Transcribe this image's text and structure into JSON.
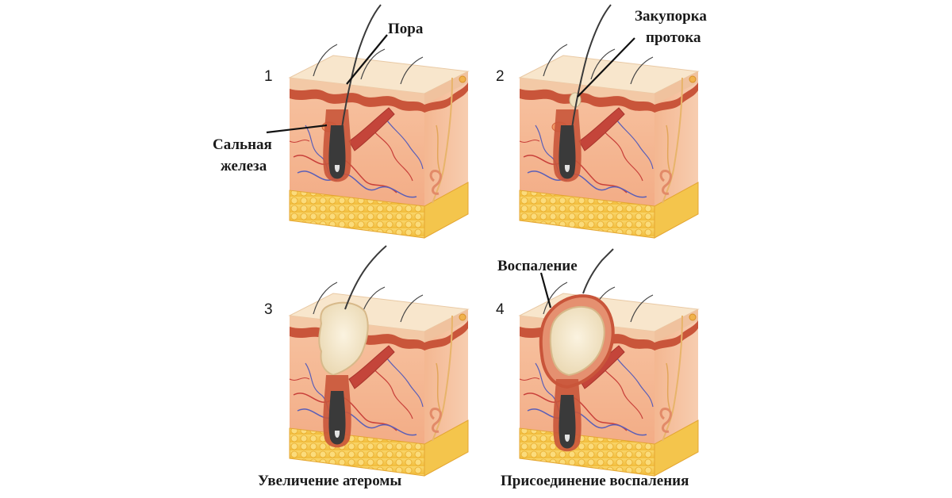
{
  "panels": [
    {
      "number": "1"
    },
    {
      "number": "2"
    },
    {
      "number": "3"
    },
    {
      "number": "4"
    }
  ],
  "labels": {
    "pore": "Пора",
    "gland_line1": "Сальная",
    "gland_line2": "железа",
    "blockage_line1": "Закупорка",
    "blockage_line2": "протока",
    "inflammation": "Воспаление"
  },
  "captions": {
    "left": "Увеличение атеромы",
    "right": "Присоединение воспаления"
  },
  "colors": {
    "epidermis": "#f6dcc0",
    "dermis": "#f5b893",
    "dermis_dark": "#e89670",
    "papillary": "#c9553a",
    "fat": "#f7c94f",
    "hair": "#2b2b2b",
    "vessel_red": "#c8403a",
    "vessel_blue": "#5a5fb8",
    "cyst": "#f3e6c8",
    "inflamed": "#d8643e"
  }
}
